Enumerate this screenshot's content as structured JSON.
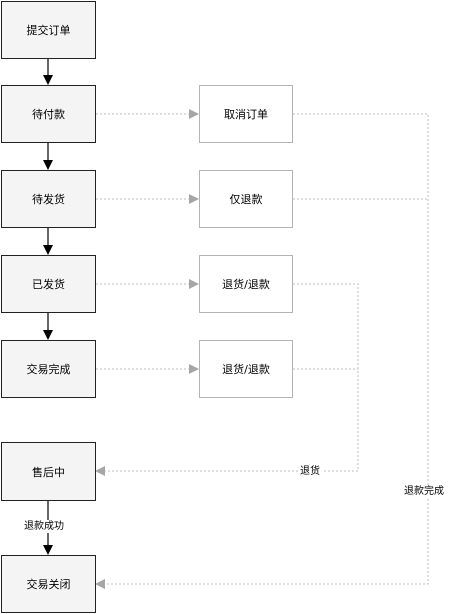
{
  "nodes": {
    "submit_order": "提交订单",
    "pending_payment": "待付款",
    "pending_shipment": "待发货",
    "shipped": "已发货",
    "trade_completed": "交易完成",
    "after_sale": "售后中",
    "trade_closed": "交易关闭",
    "cancel_order": "取消订单",
    "refund_only": "仅退款",
    "return_refund_1": "退货/退款",
    "return_refund_2": "退货/退款"
  },
  "edge_labels": {
    "refund_success": "退款成功",
    "return_goods": "退货",
    "refund_completed": "退款完成"
  },
  "colors": {
    "main_border": "#222222",
    "main_fill": "#f4f4f4",
    "side_border": "#b3b3b3",
    "dashed_line": "#bdbdbd",
    "solid_line": "#000000"
  }
}
